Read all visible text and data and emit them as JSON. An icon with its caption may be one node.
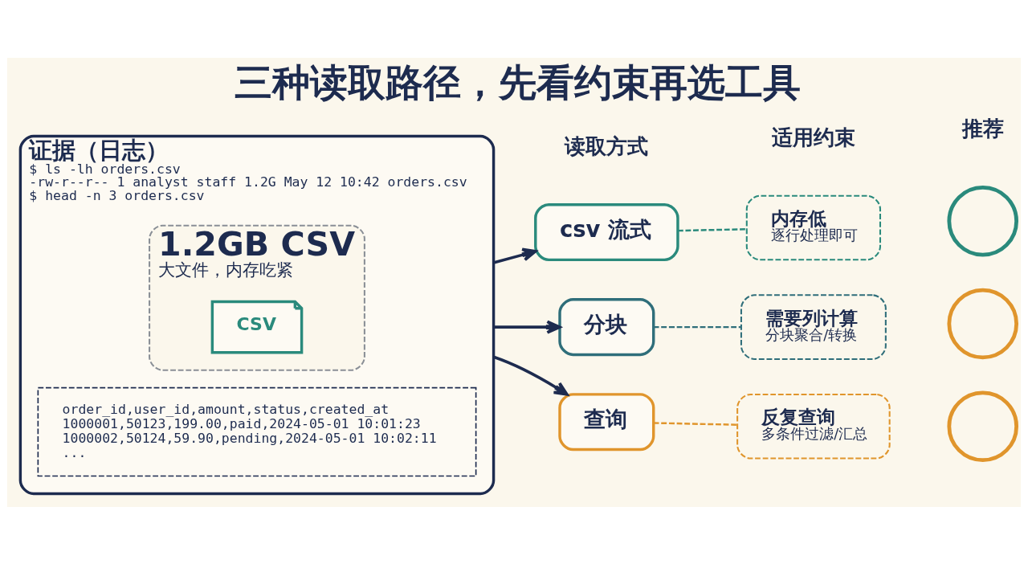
{
  "diagram": {
    "title": "三种读取路径，先看约束再选工具",
    "nodes": [
      {
        "text": [
          "证据（日志）",
          "$ ls -lh orders.csv",
          "-rw-r--r-- 1 analyst staff 1.2G May 12 10:42 orders.csv",
          "$ head -n 3 orders.csv"
        ]
      },
      {
        "text": [
          "order_id,user_id,amount,status,created_at",
          "1000001,50123,199.00,paid,2024-05-01 10:01:23",
          "1000002,50124,59.90,pending,2024-05-01 10:02:11",
          "..."
        ],
        "in": 0
      },
      {
        "text": [
          "1.2GB CSV",
          "大文件，内存吃紧"
        ],
        "in": 0
      },
      {
        "text": [
          "CSV"
        ],
        "in": 2
      },
      {
        "text": [
          "csv 流式"
        ]
      },
      {
        "text": [
          "内存低",
          "逐行处理即可"
        ]
      },
      {
        "text": [
          "分块"
        ]
      },
      {
        "text": [
          "需要列计算",
          "分块聚合/转换"
        ]
      },
      {
        "text": [
          "查询"
        ]
      },
      {
        "text": [
          "反复查询",
          "多条件过滤/汇总"
        ]
      },
      {
        "text": [],
        "shape": "circle"
      },
      {
        "text": [],
        "shape": "circle"
      },
      {
        "text": [],
        "shape": "circle"
      }
    ],
    "edges": [
      {
        "from": 0,
        "to": 4,
        "arrow": "to"
      },
      {
        "from": 0,
        "to": 6,
        "arrow": "to"
      },
      {
        "from": 0,
        "to": 8,
        "arrow": "to"
      },
      {
        "from": 4,
        "to": 5,
        "arrow": "none",
        "style": "dashed",
        "color": "#2a8a7c"
      },
      {
        "from": 6,
        "to": 7,
        "arrow": "none",
        "style": "dashed",
        "color": "#2f6e7a"
      },
      {
        "from": 8,
        "to": 9,
        "arrow": "none",
        "style": "dashed",
        "color": "#e0952c"
      }
    ],
    "labels": [
      "读取方式",
      "适用约束",
      "推荐"
    ]
  }
}
